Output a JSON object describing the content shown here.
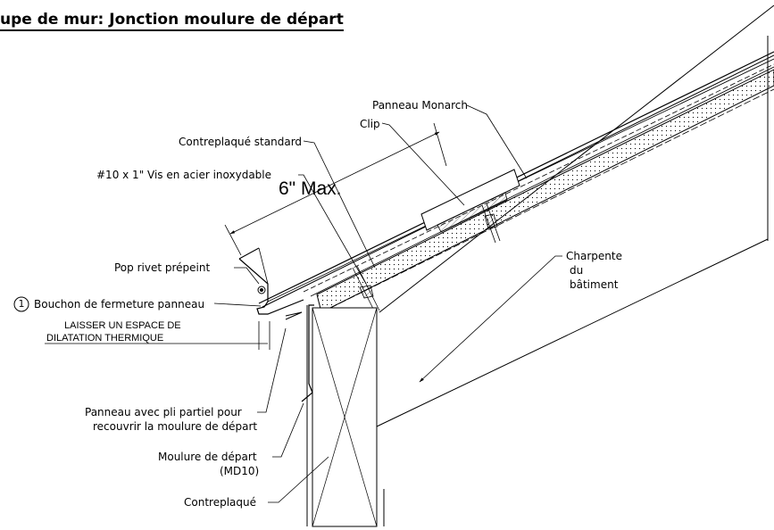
{
  "title": "upe de mur: Jonction moulure de départ",
  "dimension": "6\" Max.",
  "callout_number": "1",
  "labels": {
    "panneau_monarch": "Panneau Monarch",
    "clip": "Clip",
    "contreplaque_standard": "Contreplaqué standard",
    "vis": "#10 x 1\" Vis en acier inoxydable",
    "pop_rivet": "Pop rivet prépeint",
    "bouchon": "Bouchon de fermeture panneau",
    "espace_line1": "LAISSER UN ESPACE DE",
    "espace_line2": "DILATATION THERMIQUE",
    "charpente_line1": "Charpente",
    "charpente_line2": "du",
    "charpente_line3": "bâtiment",
    "pli_line1": "Panneau avec pli partiel pour",
    "pli_line2": "recouvrir la moulure de départ",
    "moulure_line1": "Moulure de départ",
    "moulure_line2": "(MD10)",
    "contreplaque": "Contreplaqué"
  },
  "colors": {
    "line": "#000000",
    "background": "#ffffff"
  }
}
